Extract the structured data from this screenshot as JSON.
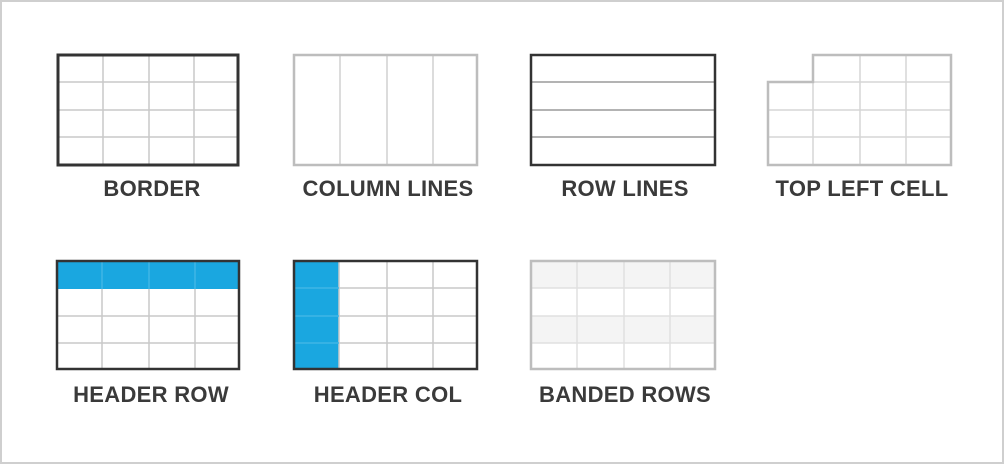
{
  "accent_color": "#1aa7e0",
  "options": [
    {
      "id": "border",
      "label": "BORDER",
      "icon": "table-border-icon"
    },
    {
      "id": "column_lines",
      "label": "COLUMN LINES",
      "icon": "table-column-lines-icon"
    },
    {
      "id": "row_lines",
      "label": "ROW LINES",
      "icon": "table-row-lines-icon"
    },
    {
      "id": "top_left_cell",
      "label": "TOP LEFT CELL",
      "icon": "table-top-left-cell-icon"
    },
    {
      "id": "header_row",
      "label": "HEADER ROW",
      "icon": "table-header-row-icon"
    },
    {
      "id": "header_col",
      "label": "HEADER COL",
      "icon": "table-header-col-icon"
    },
    {
      "id": "banded_rows",
      "label": "BANDED ROWS",
      "icon": "table-banded-rows-icon"
    }
  ]
}
